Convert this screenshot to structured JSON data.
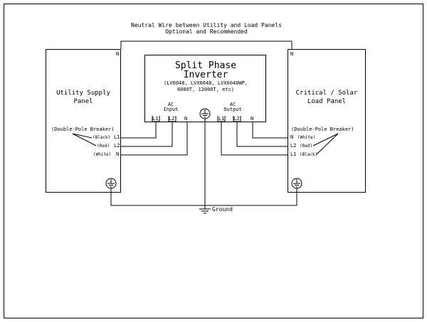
{
  "header": {
    "line1": "Neutral Wire between Utility and Load Panels",
    "line2": "Optional and Recommended"
  },
  "inverter": {
    "title1": "Split Phase",
    "title2": "Inverter",
    "models1": "(LV6048, LVX6048, LVX6048WP,",
    "models2": "6000T, 12000T, etc)",
    "ac_input_1": "AC",
    "ac_input_2": "Input",
    "ac_output_1": "AC",
    "ac_output_2": "Output",
    "in_l1": "L1",
    "in_l2": "L2",
    "in_n": "N",
    "out_l1": "L1",
    "out_l2": "L2",
    "out_n": "N"
  },
  "utility_panel": {
    "title1": "Utility Supply",
    "title2": "Panel",
    "corner_n": "N",
    "breaker": "(Double-Pole Breaker)",
    "black": "(Black)",
    "red": "(Red)",
    "white": "(White)",
    "l1": "L1",
    "l2": "L2",
    "n": "N"
  },
  "load_panel": {
    "title1": "Critical / Solar",
    "title2": "Load Panel",
    "corner_n": "N",
    "breaker": "(Double-Pole Breaker)",
    "white": "(White)",
    "red": "(Red)",
    "black": "(Black)",
    "l1": "L1",
    "l2": "L2",
    "n": "N"
  },
  "ground_label": "Ground",
  "icons": {
    "ground_symbol": "earth-ground-icon"
  }
}
